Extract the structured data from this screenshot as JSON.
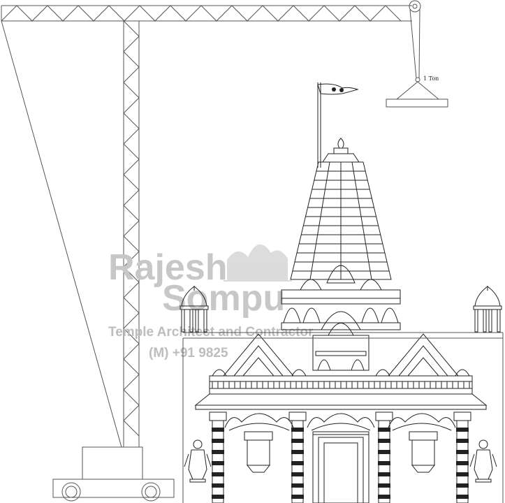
{
  "load_label": "1 Ton",
  "watermark": {
    "line1": "Rajesh",
    "line2": "Sompu",
    "tagline": "Temple Architect and Contractor",
    "phone": "(M) +91 9825"
  },
  "colors": {
    "line": "#555555",
    "dark_line": "#222222",
    "watermark": "#c7c7c7",
    "background": "#ffffff"
  }
}
